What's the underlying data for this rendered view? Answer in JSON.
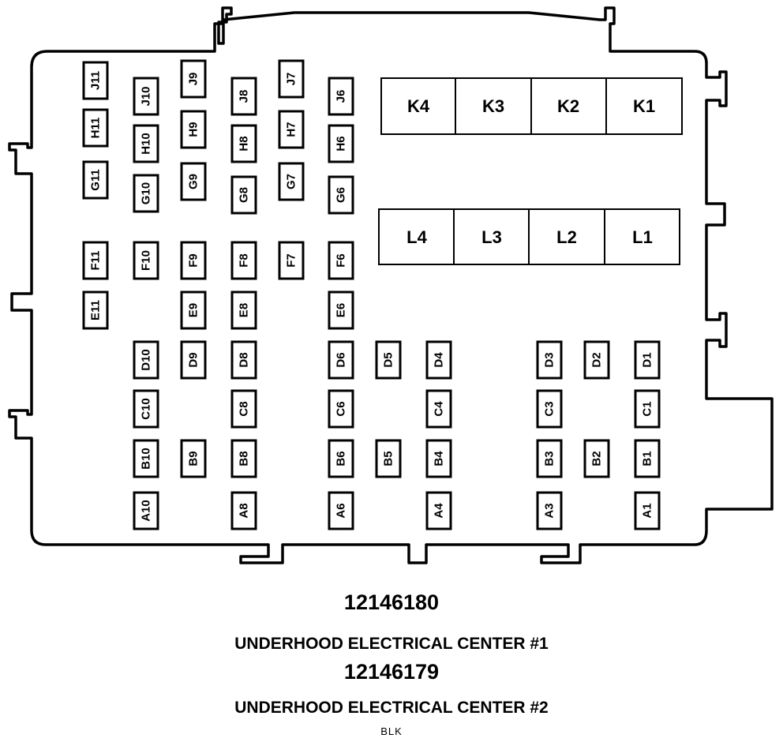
{
  "fuses": [
    {
      "label": "J11"
    },
    {
      "label": "H11"
    },
    {
      "label": "G11"
    },
    {
      "label": "F11"
    },
    {
      "label": "E11"
    },
    {
      "label": "J10"
    },
    {
      "label": "H10"
    },
    {
      "label": "G10"
    },
    {
      "label": "F10"
    },
    {
      "label": "D10"
    },
    {
      "label": "C10"
    },
    {
      "label": "B10"
    },
    {
      "label": "A10"
    },
    {
      "label": "J9"
    },
    {
      "label": "H9"
    },
    {
      "label": "G9"
    },
    {
      "label": "F9"
    },
    {
      "label": "E9"
    },
    {
      "label": "D9"
    },
    {
      "label": "B9"
    },
    {
      "label": "J8"
    },
    {
      "label": "H8"
    },
    {
      "label": "G8"
    },
    {
      "label": "F8"
    },
    {
      "label": "E8"
    },
    {
      "label": "D8"
    },
    {
      "label": "C8"
    },
    {
      "label": "B8"
    },
    {
      "label": "A8"
    },
    {
      "label": "J7"
    },
    {
      "label": "H7"
    },
    {
      "label": "G7"
    },
    {
      "label": "F7"
    },
    {
      "label": "J6"
    },
    {
      "label": "H6"
    },
    {
      "label": "G6"
    },
    {
      "label": "F6"
    },
    {
      "label": "E6"
    },
    {
      "label": "D6"
    },
    {
      "label": "C6"
    },
    {
      "label": "B6"
    },
    {
      "label": "A6"
    },
    {
      "label": "D5"
    },
    {
      "label": "B5"
    },
    {
      "label": "D4"
    },
    {
      "label": "C4"
    },
    {
      "label": "B4"
    },
    {
      "label": "A4"
    },
    {
      "label": "D3"
    },
    {
      "label": "C3"
    },
    {
      "label": "B3"
    },
    {
      "label": "A3"
    },
    {
      "label": "D2"
    },
    {
      "label": "B2"
    },
    {
      "label": "D1"
    },
    {
      "label": "C1"
    },
    {
      "label": "B1"
    },
    {
      "label": "A1"
    }
  ],
  "relays_top": [
    "K4",
    "K3",
    "K2",
    "K1"
  ],
  "relays_bottom": [
    "L4",
    "L3",
    "L2",
    "L1"
  ],
  "captions": {
    "part_number_1": "12146180",
    "center_1": "UNDERHOOD ELECTRICAL CENTER #1",
    "part_number_2": "12146179",
    "center_2": "UNDERHOOD ELECTRICAL CENTER #2",
    "color": "BLK"
  }
}
